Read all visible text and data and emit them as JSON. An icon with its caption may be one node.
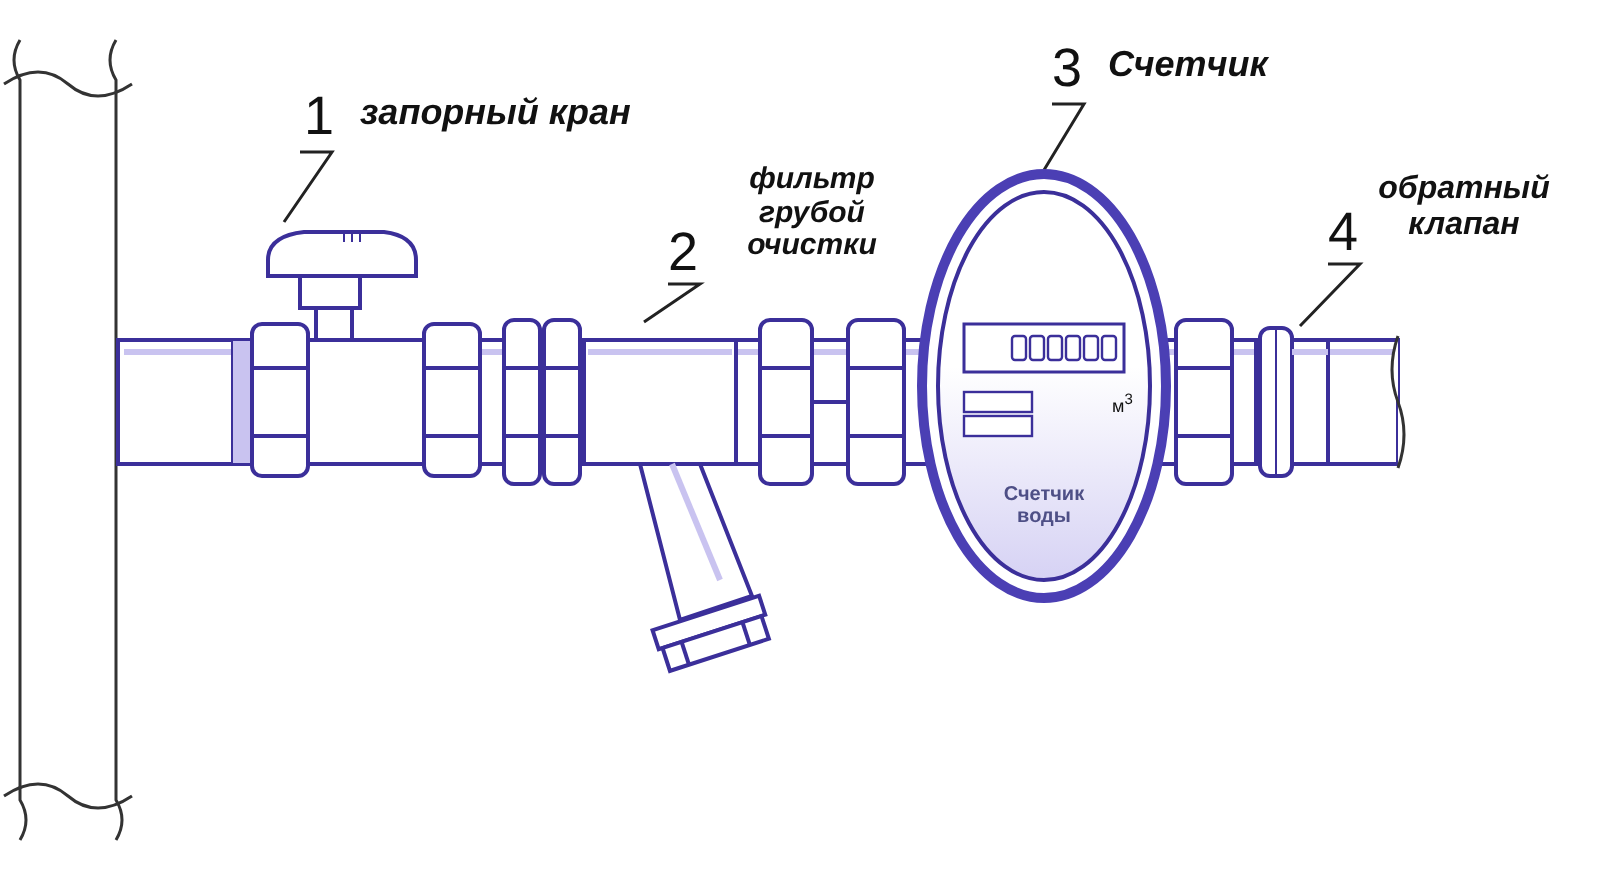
{
  "diagram": {
    "nodes": [
      {
        "text": [
          "1",
          "запорный кран"
        ]
      },
      {
        "text": [],
        "shape": "picture"
      },
      {
        "text": [
          "2",
          "фильтр грубой очистки"
        ]
      },
      {
        "text": [],
        "shape": "picture"
      },
      {
        "text": [
          "3",
          "Счетчик"
        ]
      },
      {
        "text": [
          "м$^{3}$",
          "Счетчик воды"
        ]
      },
      {
        "text": [
          "4",
          "обратный клапан"
        ]
      },
      {
        "text": [],
        "shape": "picture"
      }
    ],
    "edges": [
      {
        "from": 0,
        "to": 1,
        "arrow": "none"
      },
      {
        "from": 2,
        "to": 3,
        "arrow": "none"
      },
      {
        "from": 4,
        "to": 5,
        "arrow": "none"
      },
      {
        "from": 6,
        "to": 7,
        "arrow": "none"
      }
    ]
  }
}
